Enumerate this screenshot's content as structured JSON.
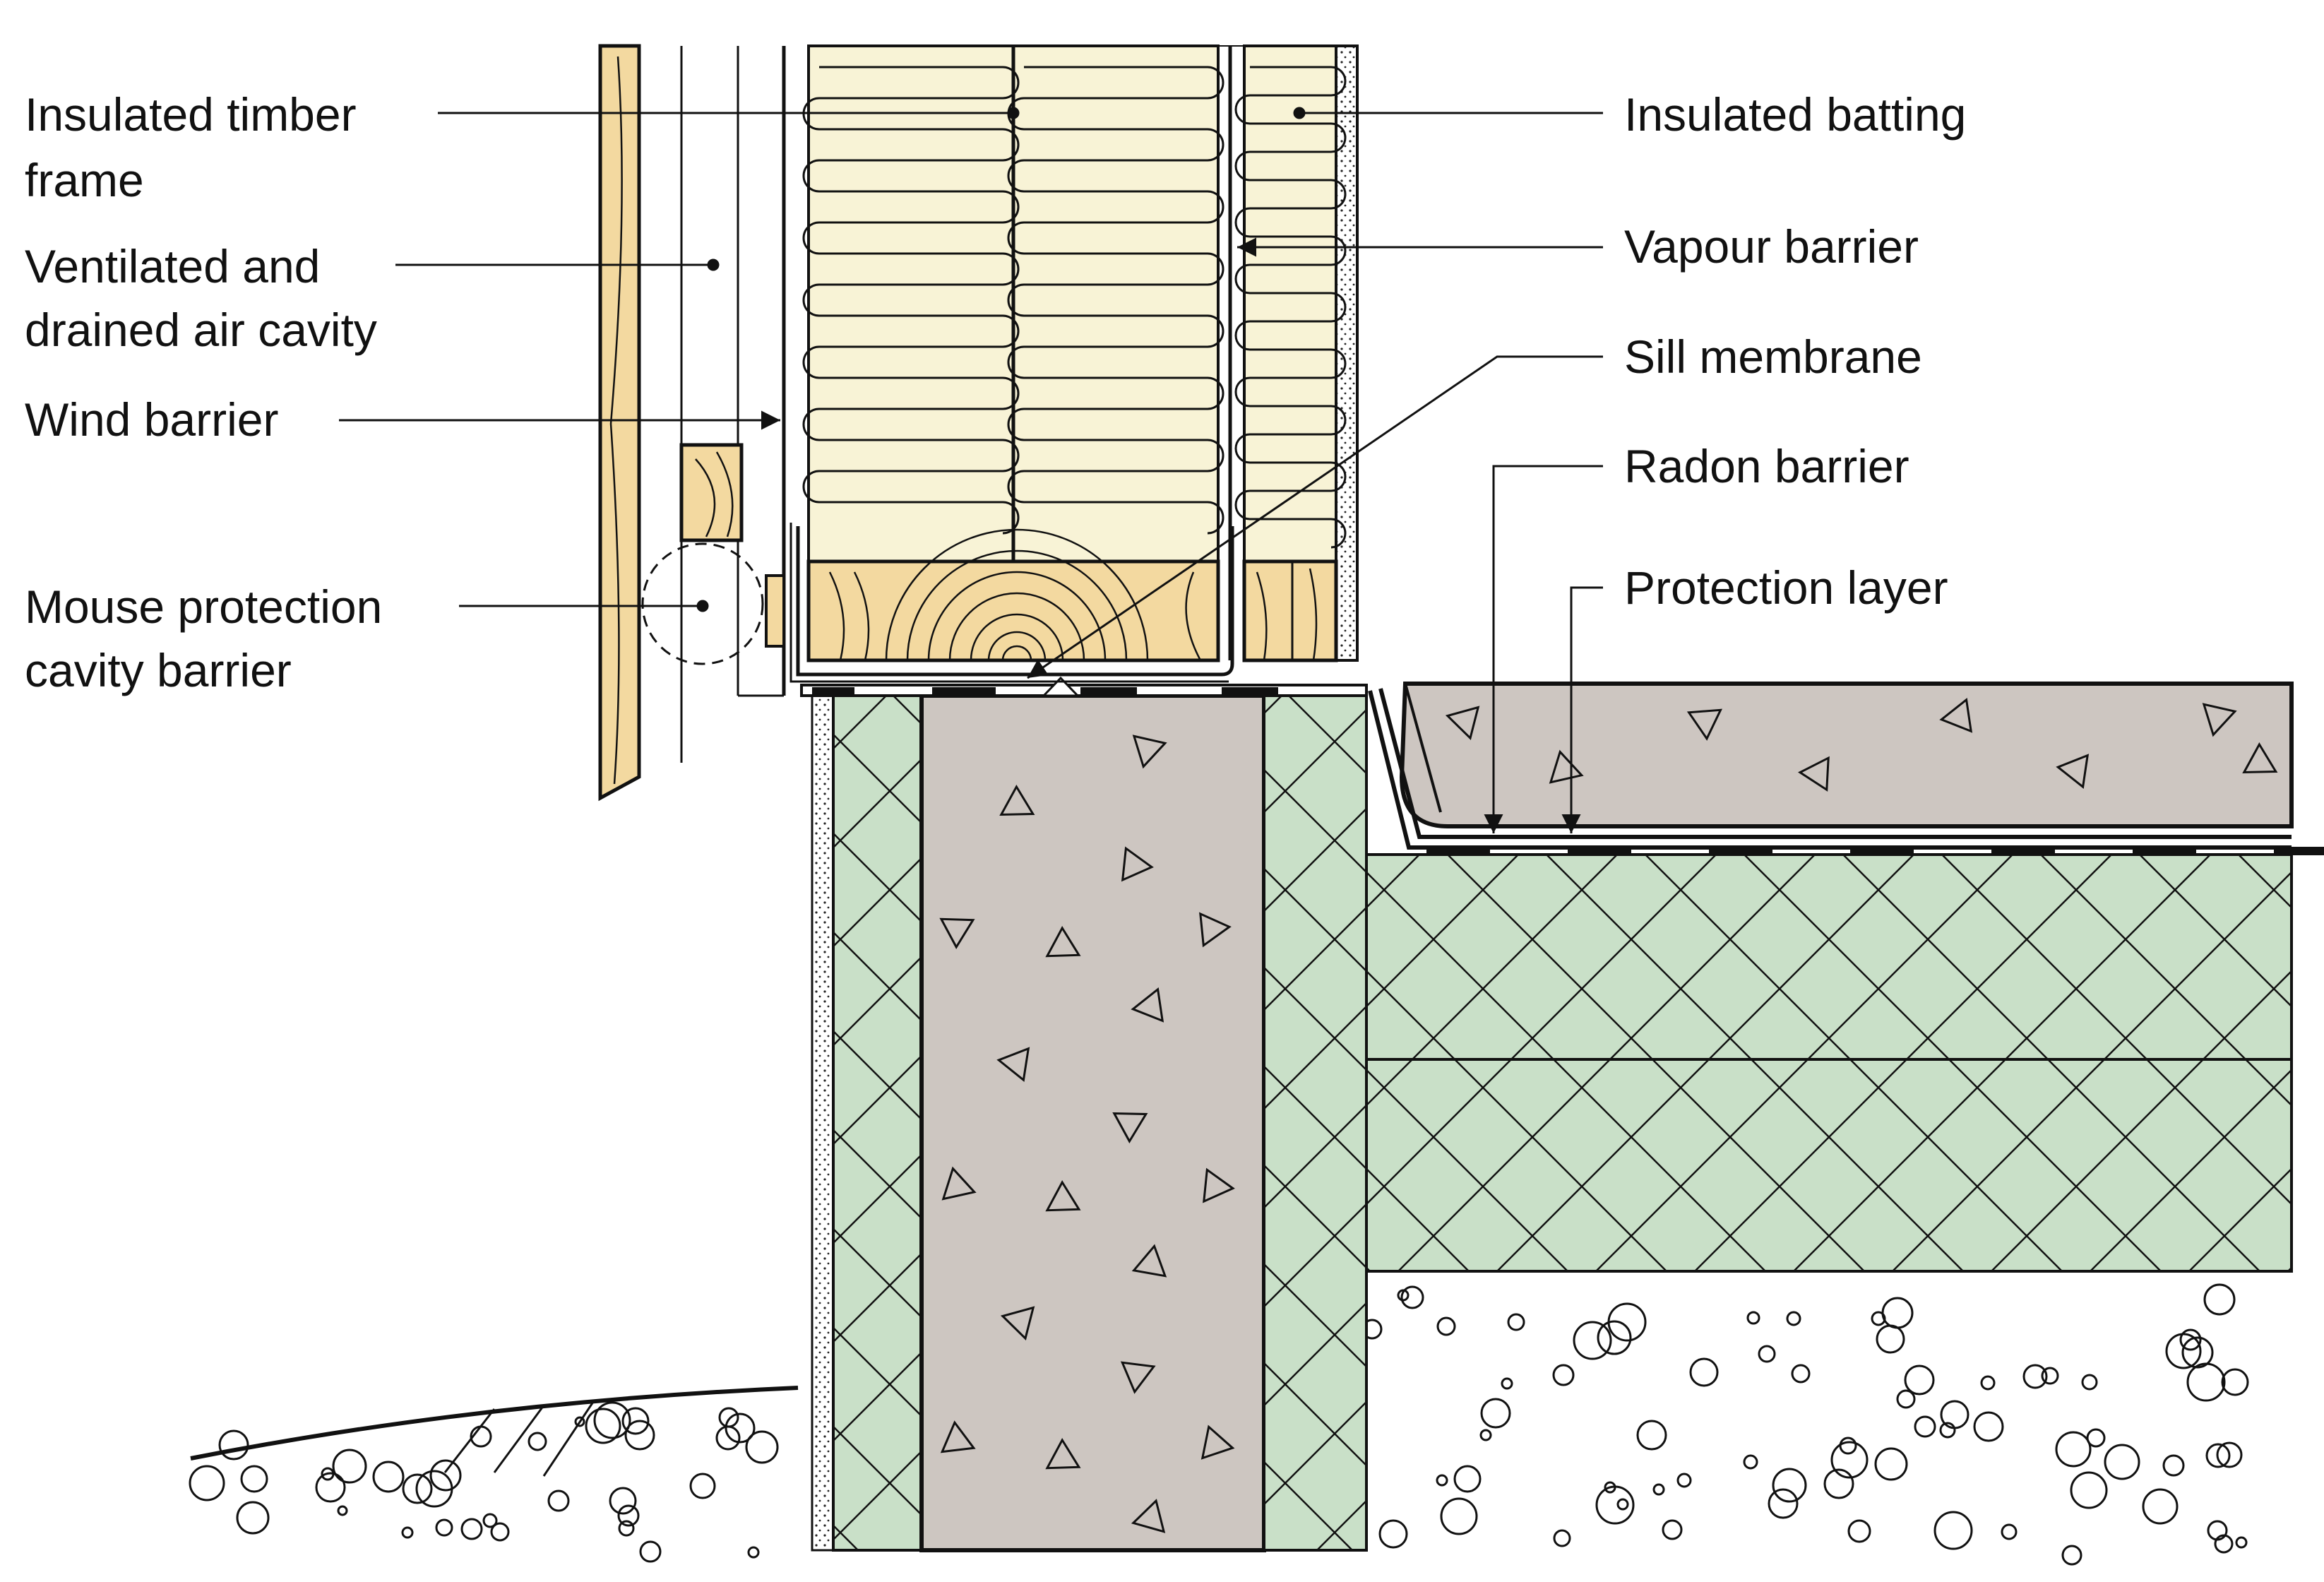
{
  "labels": {
    "insulated_timber_frame": [
      "Insulated timber",
      "frame"
    ],
    "ventilated_cavity": [
      "Ventilated and",
      "drained air cavity"
    ],
    "wind_barrier": "Wind barrier",
    "mouse_protection": [
      "Mouse protection",
      "cavity barrier"
    ],
    "insulated_batting": "Insulated batting",
    "vapour_barrier": "Vapour barrier",
    "sill_membrane": "Sill membrane",
    "radon_barrier": "Radon barrier",
    "protection_layer": "Protection layer"
  },
  "colors": {
    "insulation": "#f8f3d6",
    "timber": "#f3d9a0",
    "concrete": "#cdc6c1",
    "eps": "#c9e0c8",
    "line": "#111111"
  }
}
